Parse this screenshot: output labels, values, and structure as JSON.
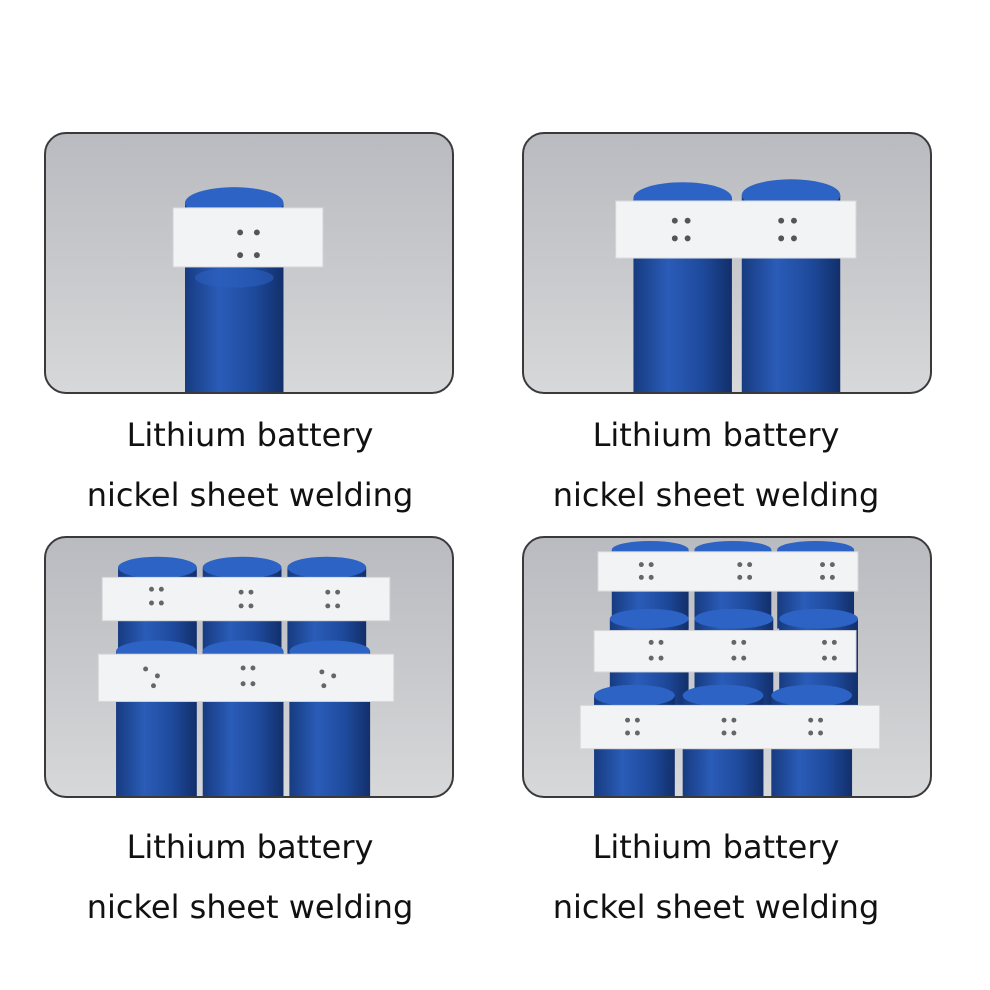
{
  "panels": [
    {
      "caption_line1": "Lithium battery",
      "caption_line2": "nickel sheet welding"
    },
    {
      "caption_line1": "Lithium battery",
      "caption_line2": "nickel sheet welding"
    },
    {
      "caption_line1": "Lithium battery",
      "caption_line2": "nickel sheet welding"
    },
    {
      "caption_line1": "Lithium battery",
      "caption_line2": "nickel sheet welding"
    }
  ],
  "colors": {
    "cell_blue": "#1f4ea0",
    "cell_top": "#2d63c4",
    "strip": "#f2f3f4",
    "background": "#c4c5c8"
  }
}
